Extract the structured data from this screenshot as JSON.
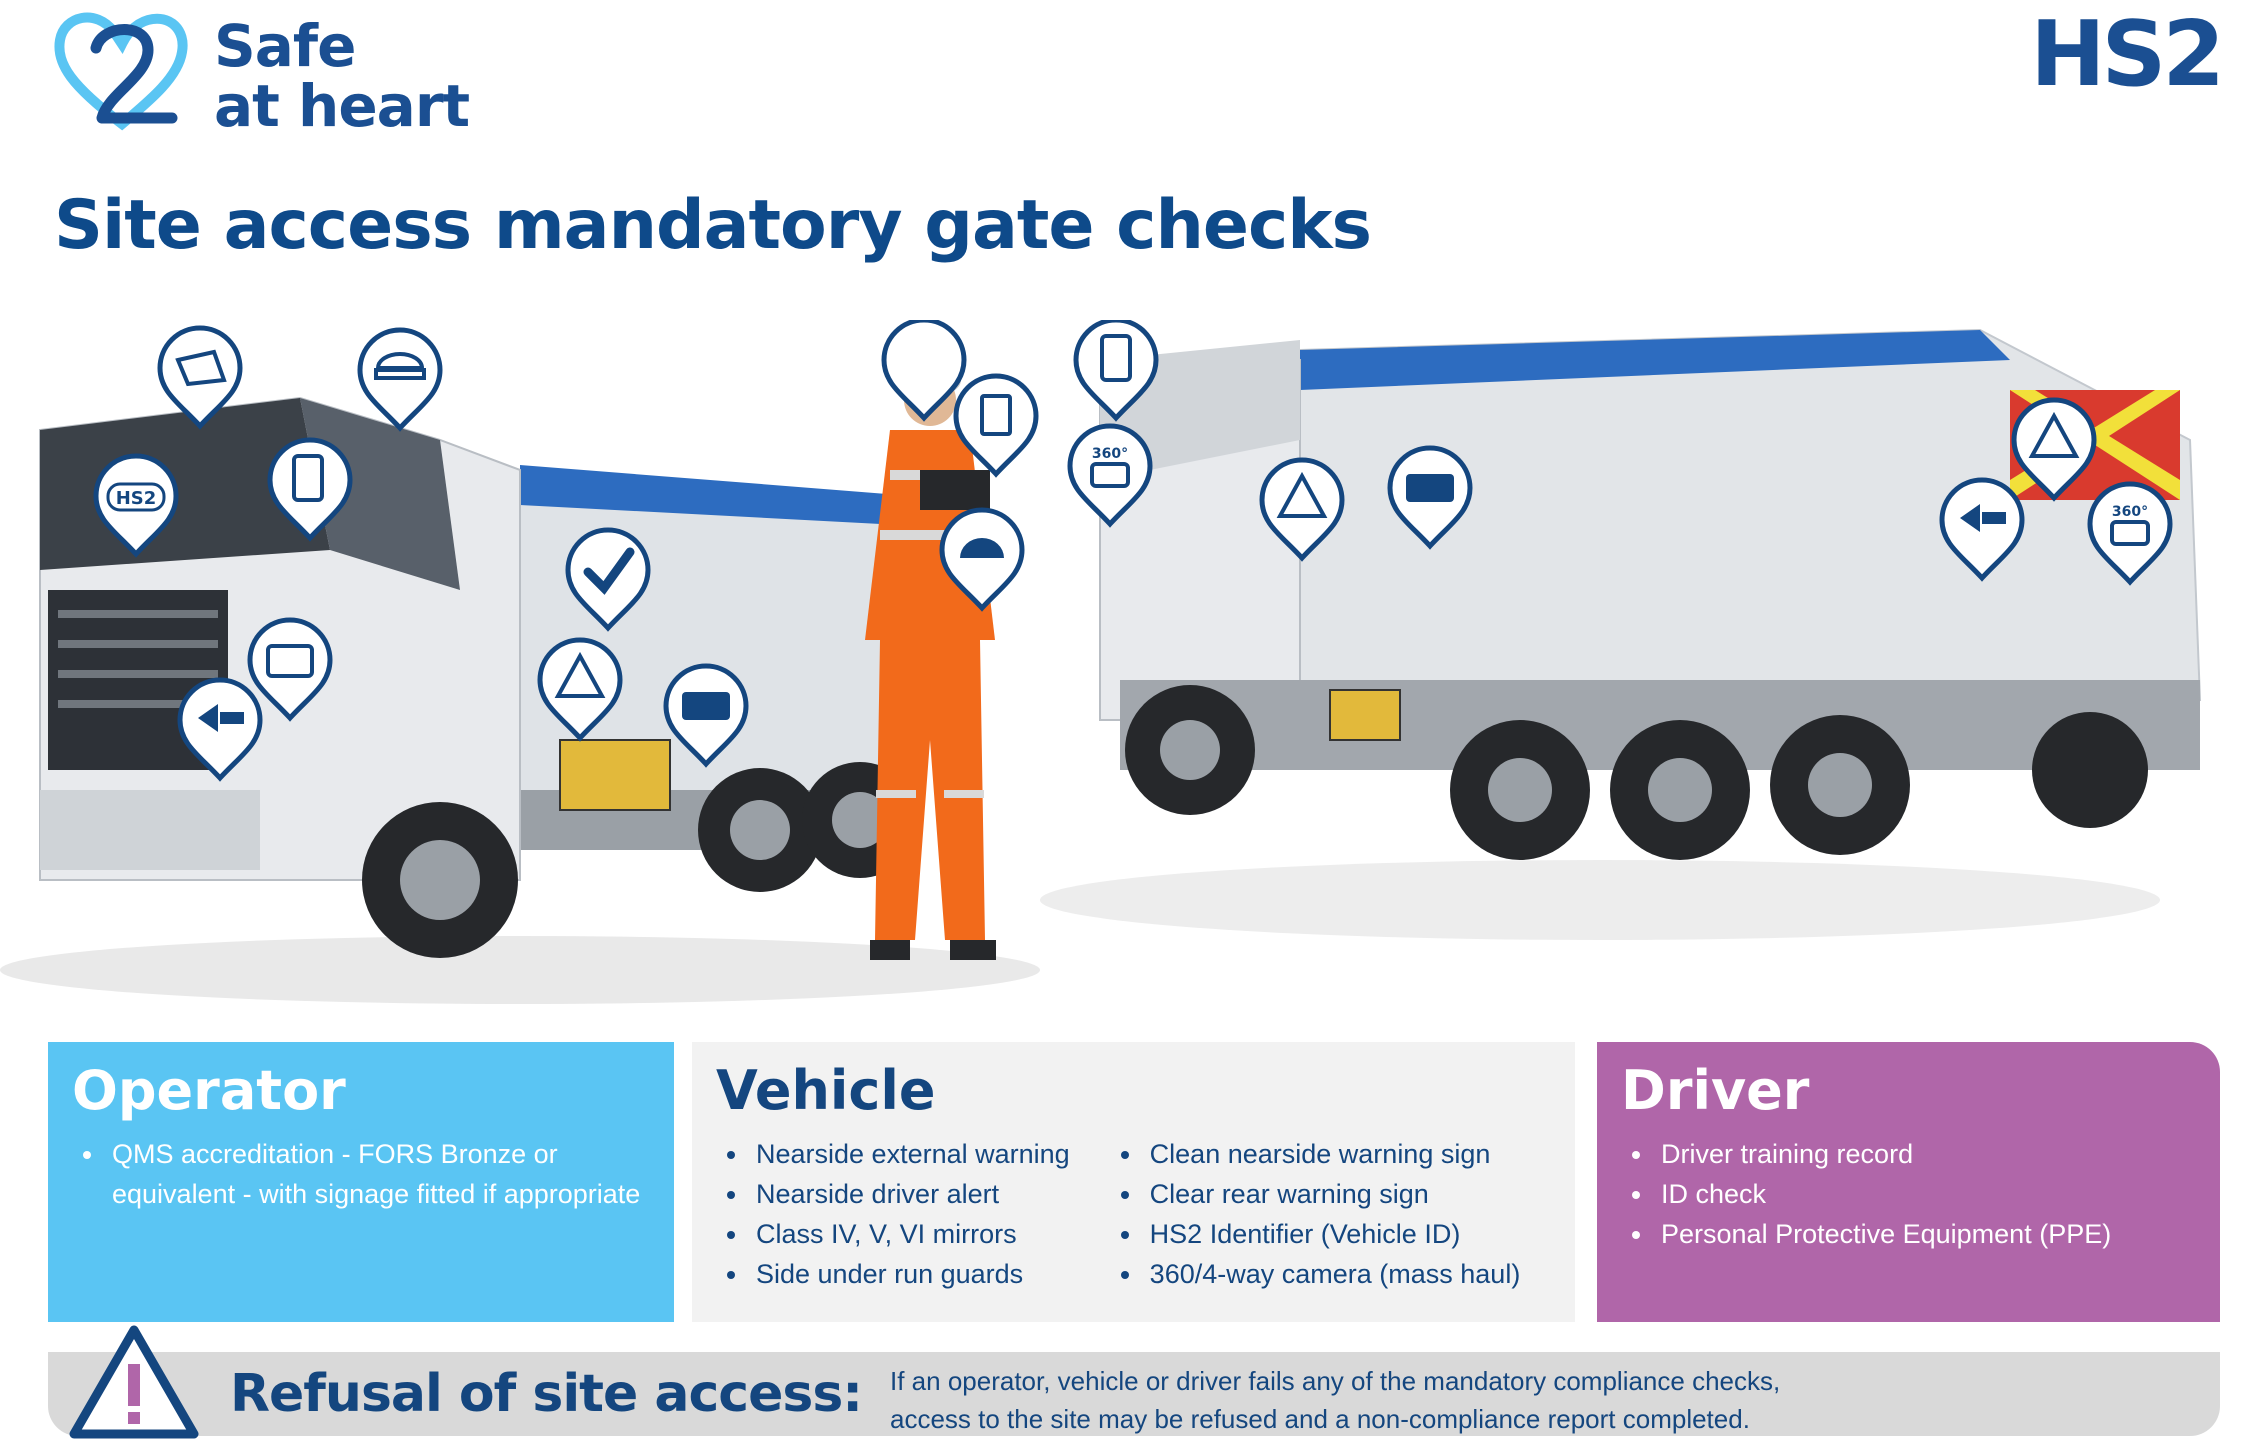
{
  "brand": {
    "campaign_line1": "Safe",
    "campaign_line2": "at heart",
    "org": "HS2"
  },
  "title": "Site access mandatory gate checks",
  "illustration": {
    "hs2_pin": "HS2",
    "camera_label": "360°"
  },
  "operator": {
    "heading": "Operator",
    "items": [
      "QMS accreditation - FORS Bronze or equivalent - with signage fitted if appropriate"
    ]
  },
  "vehicle": {
    "heading": "Vehicle",
    "col1": [
      "Nearside external warning",
      "Nearside driver alert",
      "Class IV, V, VI mirrors",
      "Side under run guards"
    ],
    "col2": [
      "Clean nearside warning sign",
      "Clear rear warning sign",
      "HS2 Identifier (Vehicle ID)",
      "360/4-way camera (mass haul)"
    ]
  },
  "driver": {
    "heading": "Driver",
    "items": [
      "Driver training record",
      "ID check",
      "Personal Protective Equipment (PPE)"
    ]
  },
  "refusal": {
    "title": "Refusal of site access:",
    "line1": "If an operator, vehicle or driver fails any of the mandatory compliance checks,",
    "line2": "access to the site may be refused and a non-compliance report completed."
  },
  "colors": {
    "navy": "#14467f",
    "operator": "#5ac5f3",
    "vehicle": "#f2f2f2",
    "driver": "#b066a9",
    "refusal": "#d9d9d9",
    "accent": "#b066a9"
  }
}
